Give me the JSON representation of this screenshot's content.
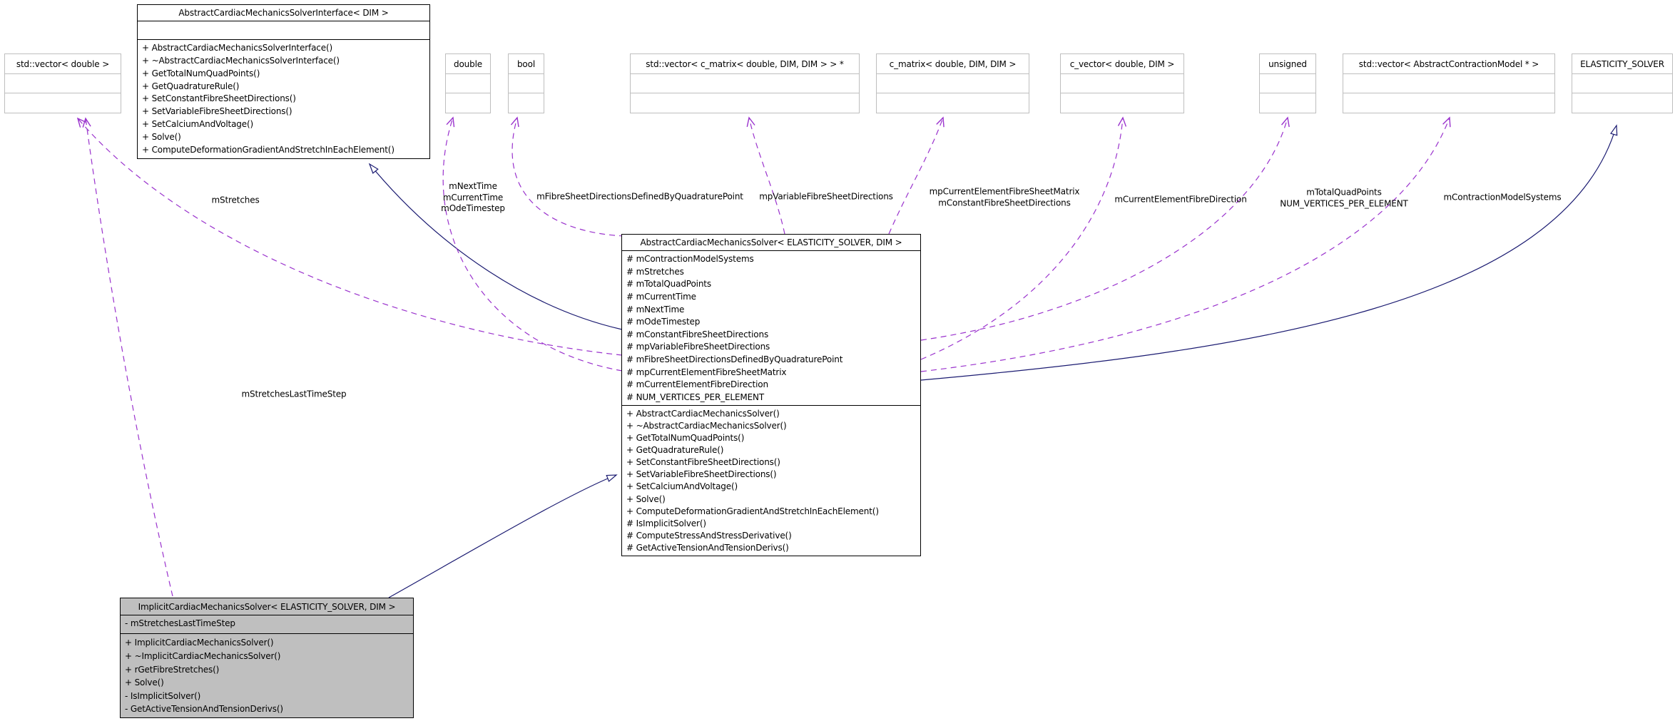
{
  "colors": {
    "bg": "#ffffff",
    "inherit": "#191970",
    "usage": "#9a32cd",
    "border": "#000000",
    "extborder": "#bebebe",
    "nodefill": "#ffffff",
    "curfill": "#bfbfbf"
  },
  "nodes": {
    "interface": {
      "title": "AbstractCardiacMechanicsSolverInterface< DIM >",
      "attributes": [],
      "methods": [
        "+ AbstractCardiacMechanicsSolverInterface()",
        "+ ~AbstractCardiacMechanicsSolverInterface()",
        "+ GetTotalNumQuadPoints()",
        "+ GetQuadratureRule()",
        "+ SetConstantFibreSheetDirections()",
        "+ SetVariableFibreSheetDirections()",
        "+ SetCalciumAndVoltage()",
        "+ Solve()",
        "+ ComputeDeformationGradientAndStretchInEachElement()"
      ]
    },
    "abstract_solver": {
      "title": "AbstractCardiacMechanicsSolver< ELASTICITY_SOLVER, DIM >",
      "attributes": [
        "# mContractionModelSystems",
        "# mStretches",
        "# mTotalQuadPoints",
        "# mCurrentTime",
        "# mNextTime",
        "# mOdeTimestep",
        "# mConstantFibreSheetDirections",
        "# mpVariableFibreSheetDirections",
        "# mFibreSheetDirectionsDefinedByQuadraturePoint",
        "# mpCurrentElementFibreSheetMatrix",
        "# mCurrentElementFibreDirection",
        "# NUM_VERTICES_PER_ELEMENT"
      ],
      "methods": [
        "+ AbstractCardiacMechanicsSolver()",
        "+ ~AbstractCardiacMechanicsSolver()",
        "+ GetTotalNumQuadPoints()",
        "+ GetQuadratureRule()",
        "+ SetConstantFibreSheetDirections()",
        "+ SetVariableFibreSheetDirections()",
        "+ SetCalciumAndVoltage()",
        "+ Solve()",
        "+ ComputeDeformationGradientAndStretchInEachElement()",
        "# IsImplicitSolver()",
        "# ComputeStressAndStressDerivative()",
        "# GetActiveTensionAndTensionDerivs()"
      ]
    },
    "implicit_solver": {
      "title": "ImplicitCardiacMechanicsSolver< ELASTICITY_SOLVER, DIM >",
      "attributes": [
        "- mStretchesLastTimeStep"
      ],
      "methods": [
        "+ ImplicitCardiacMechanicsSolver()",
        "+ ~ImplicitCardiacMechanicsSolver()",
        "+ rGetFibreStretches()",
        "+ Solve()",
        "- IsImplicitSolver()",
        "- GetActiveTensionAndTensionDerivs()"
      ]
    },
    "types": [
      {
        "title": "std::vector< double >"
      },
      {
        "title": "double"
      },
      {
        "title": "bool"
      },
      {
        "title": "std::vector< c_matrix< double, DIM, DIM > > *"
      },
      {
        "title": "c_matrix< double, DIM, DIM >"
      },
      {
        "title": "c_vector< double, DIM >"
      },
      {
        "title": "unsigned"
      },
      {
        "title": "std::vector< AbstractContractionModel * >"
      },
      {
        "title": "ELASTICITY_SOLVER"
      }
    ]
  },
  "edge_labels": [
    {
      "text": "mStretches"
    },
    {
      "text": "mNextTime\nmCurrentTime\nmOdeTimestep"
    },
    {
      "text": "mFibreSheetDirectionsDefinedByQuadraturePoint"
    },
    {
      "text": "mpVariableFibreSheetDirections"
    },
    {
      "text": "mpCurrentElementFibreSheetMatrix\nmConstantFibreSheetDirections"
    },
    {
      "text": "mCurrentElementFibreDirection"
    },
    {
      "text": "mTotalQuadPoints\nNUM_VERTICES_PER_ELEMENT"
    },
    {
      "text": "mContractionModelSystems"
    },
    {
      "text": "mStretchesLastTimeStep"
    }
  ]
}
